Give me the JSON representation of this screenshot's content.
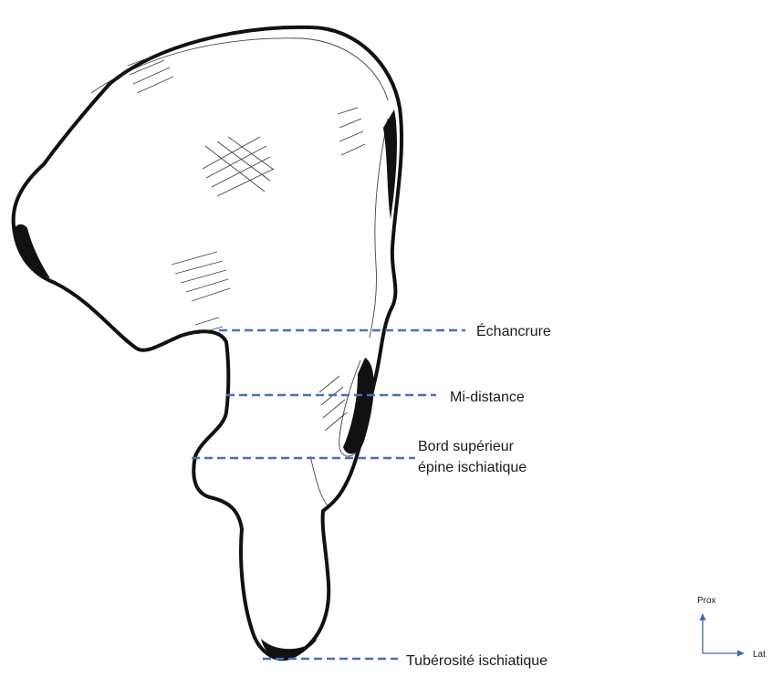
{
  "labels": {
    "echancrure": "Échancrure",
    "mi_distance": "Mi-distance",
    "bord_superieur_line1": "Bord supérieur",
    "bord_superieur_line2": "épine ischiatique",
    "tuberosite": "Tubérosité ischiatique"
  },
  "orientation": {
    "prox": "Prox",
    "lat": "Lat"
  },
  "colors": {
    "guide_line": "#4a6fb5",
    "arrow": "#3d6bb3",
    "ink": "#111111"
  }
}
